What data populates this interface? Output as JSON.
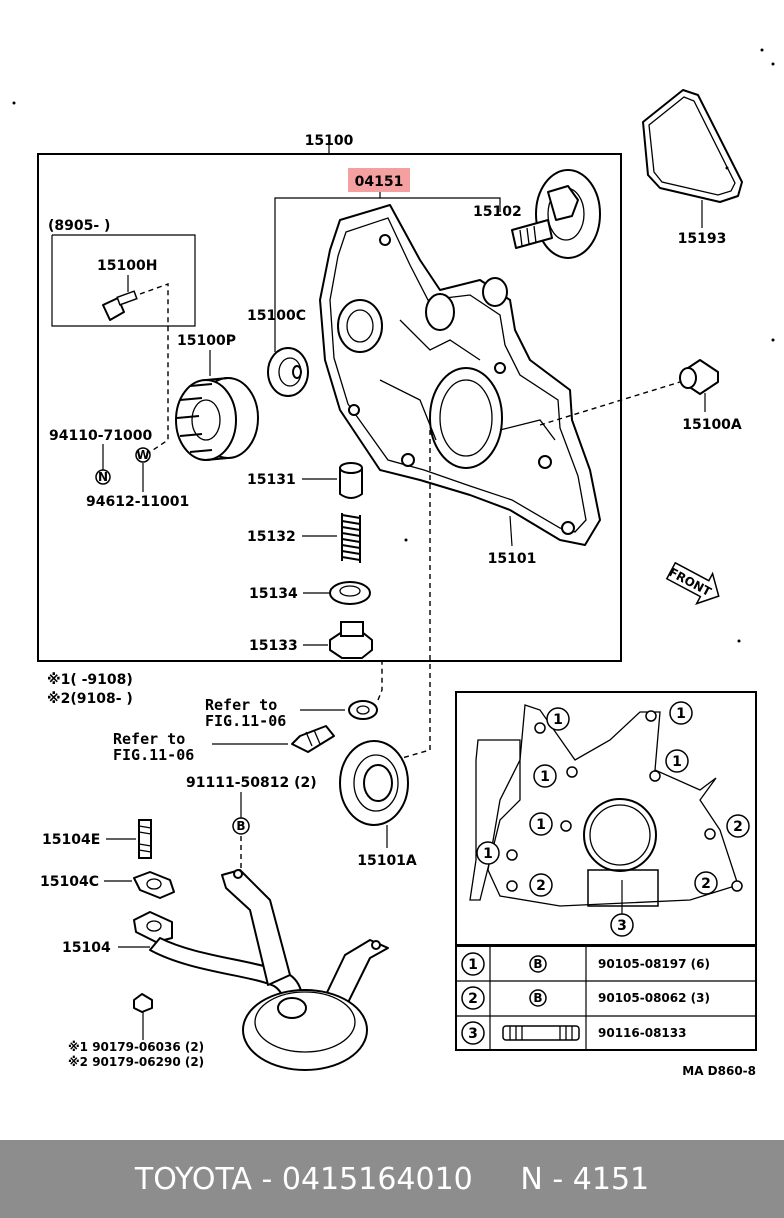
{
  "diagram": {
    "callouts": {
      "main_assembly": "15100",
      "highlight": "04151",
      "rotor_shaft": "15102",
      "o_ring_gasket": "15193",
      "oil_seal": "15100C",
      "dowel": "15100A",
      "pump_body": "15101",
      "relief_valve": "15131",
      "spring": "15132",
      "retainer": "15134",
      "plug": "15133",
      "bracket_date": "(8905-      )",
      "plug_bolt": "15100H",
      "drive_gear": "15100P",
      "nut": "94110-71000",
      "washer": "94612-11001",
      "gasket_bolt": "91111-50812 (2)",
      "crank_seal": "15101A",
      "stud": "15104E",
      "strainer_gasket": "15104C",
      "strainer": "15104",
      "ref_label_1": "Refer to",
      "ref_fig_1": "FIG.11-06",
      "ref_label_2": "Refer to",
      "ref_fig_2": "FIG.11-06"
    },
    "notes": {
      "note1": "※1(      -9108)",
      "note2": "※2(9108-        )"
    },
    "drain_plug_nums": [
      "※1 90179-06036 (2)",
      "※2 90179-06290 (2)"
    ],
    "legend_marks": [
      "1",
      "1",
      "1",
      "1",
      "1",
      "1",
      "2",
      "2",
      "2",
      "3"
    ],
    "bolt_table": [
      {
        "no": "1",
        "symbol": "B",
        "part": "90105-08197 (6)"
      },
      {
        "no": "2",
        "symbol": "B",
        "part": "90105-08062 (3)"
      },
      {
        "no": "3",
        "symbol": "",
        "part": "90116-08133"
      }
    ],
    "ref_code": "MA D860-8",
    "front_label": "FRONT"
  },
  "footer": {
    "text": "TOYOTA - 0415164010     N - 4151"
  },
  "colors": {
    "highlight_fill": "#f4a0a0",
    "footer_bg": "#8d8d8d"
  }
}
